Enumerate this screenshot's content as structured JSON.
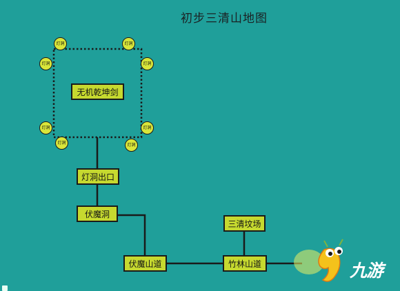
{
  "title": "初步三清山地图",
  "areas": {
    "wuji": "无机乾坤剑",
    "lamp_exit": "灯洞出口",
    "fumo_cave": "伏魔洞",
    "fumo_road": "伏魔山道",
    "bamboo_road": "竹林山道",
    "sanqing_grave": "三清坟场"
  },
  "lamp_label": "灯洞",
  "logo": {
    "text": "九游"
  },
  "colors": {
    "background": "#1f9f9a",
    "node_fill": "#c6d92f",
    "lamp_fill": "#d9e63a",
    "line": "#1a1a1a"
  }
}
